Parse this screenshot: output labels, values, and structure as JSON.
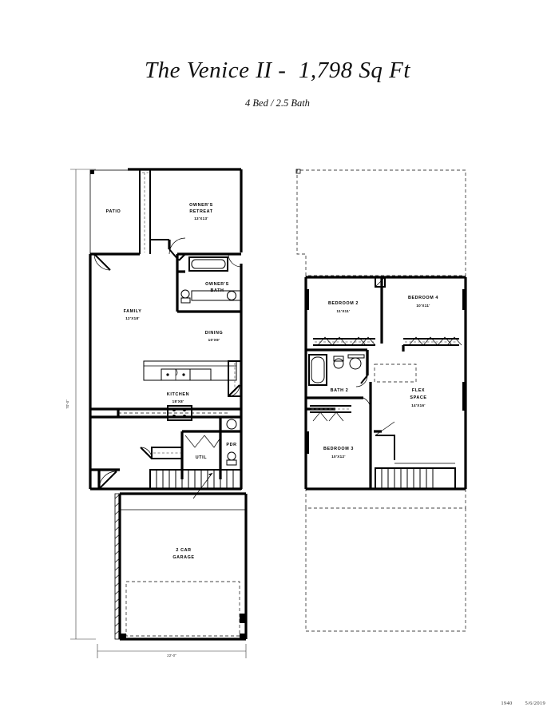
{
  "header": {
    "title": "The Venice II -  1,798 Sq Ft",
    "subtitle": "4 Bed / 2.5 Bath"
  },
  "footer": {
    "plan_number": "1940",
    "date": "5/6/2019"
  },
  "first_floor": {
    "name": "first-floor-plan",
    "dimension_left": "70'-0\"",
    "dimension_bottom": "22'-0\"",
    "rooms": [
      {
        "name": "patio",
        "label": "PATIO",
        "dims": ""
      },
      {
        "name": "owners-retreat",
        "label": "OWNER'S\nRETREAT",
        "dims": "13'X13'"
      },
      {
        "name": "owners-bath",
        "label": "OWNER'S\nBATH",
        "dims": ""
      },
      {
        "name": "family",
        "label": "FAMILY",
        "dims": "12'X18'"
      },
      {
        "name": "dining",
        "label": "DINING",
        "dims": "10'X9'"
      },
      {
        "name": "kitchen",
        "label": "KITCHEN",
        "dims": "18'X8'"
      },
      {
        "name": "utility",
        "label": "UTIL",
        "dims": ""
      },
      {
        "name": "powder-room",
        "label": "PDR",
        "dims": ""
      },
      {
        "name": "garage",
        "label": "2 CAR\nGARAGE",
        "dims": ""
      }
    ]
  },
  "second_floor": {
    "name": "second-floor-plan",
    "rooms": [
      {
        "name": "bedroom-2",
        "label": "BEDROOM 2",
        "dims": "11'X11'"
      },
      {
        "name": "bedroom-4",
        "label": "BEDROOM 4",
        "dims": "10'X11'"
      },
      {
        "name": "bath-2",
        "label": "BATH 2",
        "dims": ""
      },
      {
        "name": "flex-space",
        "label": "FLEX\nSPACE",
        "dims": "14'X16'"
      },
      {
        "name": "bedroom-3",
        "label": "BEDROOM 3",
        "dims": "10'X12'"
      }
    ]
  },
  "colors": {
    "wall": "#000000",
    "paper": "#ffffff",
    "dashed": "#555555",
    "text": "#111111"
  }
}
